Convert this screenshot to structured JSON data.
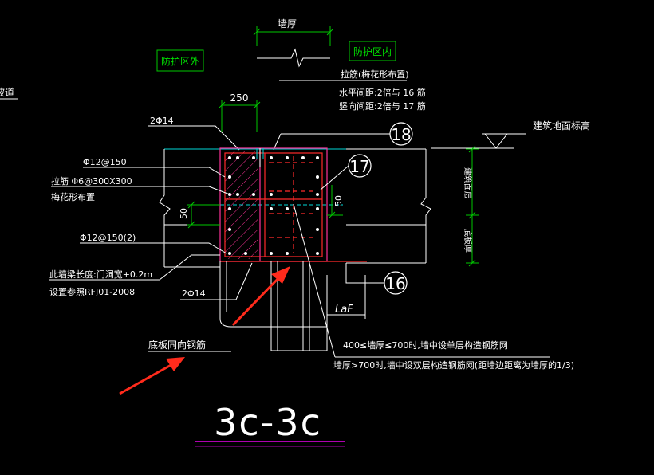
{
  "colors": {
    "background": "#000000",
    "white_text": "#ffffff",
    "green_box": "#00c800",
    "red_rebar": "#ff2a2a",
    "magenta_hatch": "#ff3399",
    "cyan_line": "#00d7d7",
    "red_arrow": "#ff2b1c",
    "title_underline": "#b000b0"
  },
  "labels": {
    "wall_thickness": "墙厚",
    "protection_outside": "防护区外",
    "protection_inside": "防护区内",
    "tie_bar_title": "拉筋(梅花形布置)",
    "horizontal_spacing": "水平间距:2倍与 16  筋",
    "vertical_spacing": "竖向间距:2倍与 17  筋",
    "dim_250": "250",
    "bar_2phi14_top": "2Φ14",
    "ground_elevation": "建筑地面标高",
    "phi12_150": "Φ12@150",
    "tie_phi6": "拉筋 Φ6@300X300",
    "plum_layout": "梅花形布置",
    "dim_50_left": "50",
    "dim_50_right": "50",
    "phi12_150_2": "Φ12@150(2)",
    "beam_length": "此墙梁长度:门洞宽+0.2m",
    "ref_standard": "设置参照RFJ01-2008",
    "bar_2phi14_bottom": "2Φ14",
    "building_floor_thickness": "建筑面层",
    "slab_thickness": "底板厚",
    "laf": "LaF",
    "note_single": "400≤墙厚≤700时,墙中设单层构造钢筋网",
    "note_double": "墙厚>700时,墙中设双层构造钢筋网(距墙边距离为墙厚的1/3)",
    "slab_rebar": "底板同向钢筋",
    "left_edge": "坡道",
    "section_title": "3c-3c"
  },
  "markers": {
    "m18": "18",
    "m17": "17",
    "m16": "16"
  }
}
